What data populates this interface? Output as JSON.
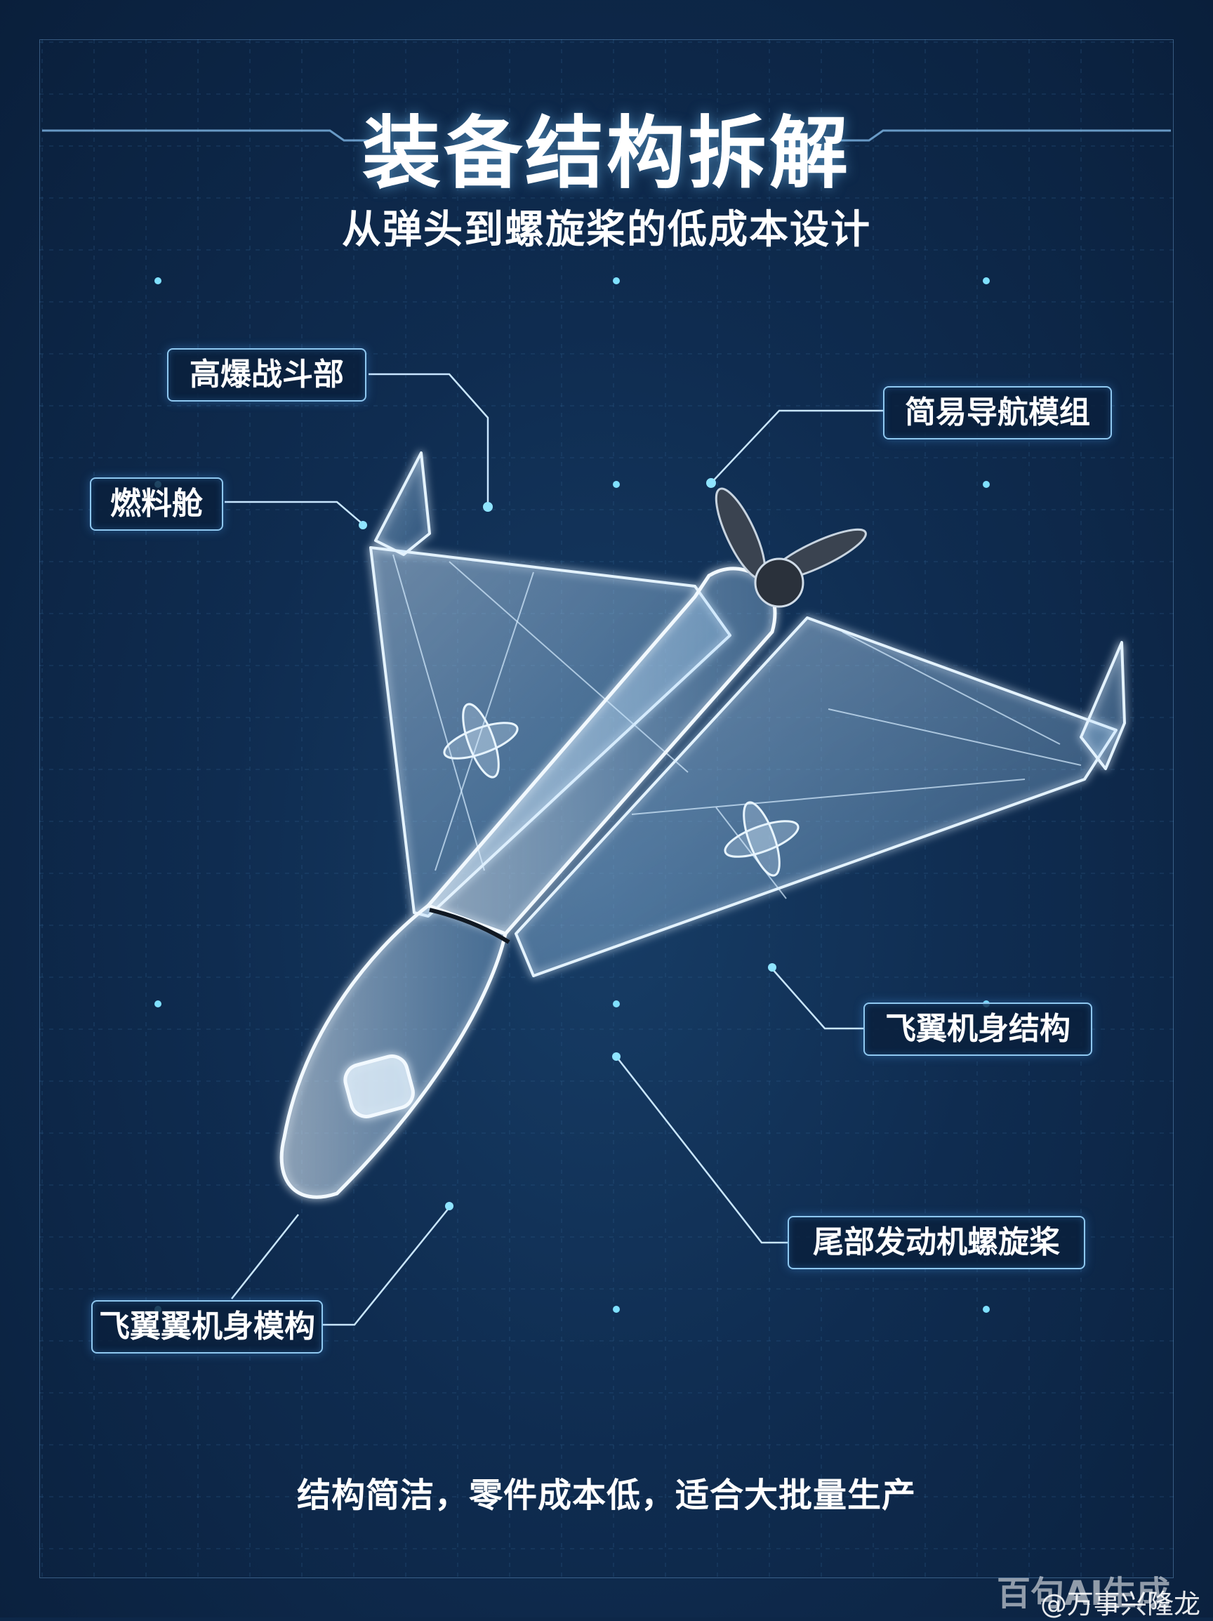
{
  "title": "装备结构拆解",
  "subtitle": "从弹头到螺旋桨的低成本设计",
  "callouts": {
    "warhead": "高爆战斗部",
    "fuel_tank": "燃料舱",
    "navigation": "简易导航模组",
    "wing_body": "飞翼机身结构",
    "engine_propeller": "尾部发动机螺旋桨",
    "airframe_model": "飞翼翼机身模构"
  },
  "footer": "结构简洁，零件成本低，适合大批量生产",
  "watermark": {
    "ai_text": "百句AI生成",
    "handle": "@万事兴隆龙"
  },
  "colors": {
    "background": "#0d2748",
    "grid_line": "#2f5f8f",
    "accent_glow": "#8fd6ff"
  }
}
